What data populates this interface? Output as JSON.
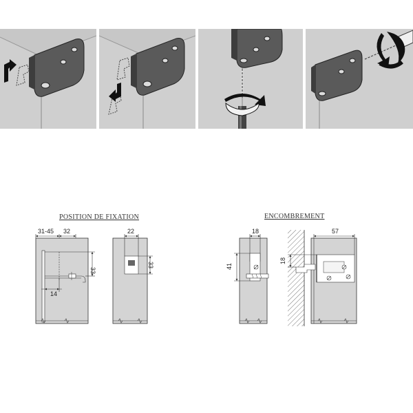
{
  "steps": [
    {
      "name": "step-1"
    },
    {
      "name": "step-2"
    },
    {
      "name": "step-3"
    },
    {
      "name": "step-4"
    }
  ],
  "left_drawing": {
    "title": "POSITION DE FIXATION",
    "dims": {
      "range": "31-45",
      "offset": "32",
      "depth": "14",
      "height_a": "33",
      "width_b": "22",
      "height_b": "33"
    }
  },
  "right_drawing": {
    "title": "ENCOMBREMENT",
    "dims": {
      "width_a": "18",
      "height_a": "41",
      "height_b": "18",
      "width_b": "57"
    }
  },
  "colors": {
    "panel": "#cfcfcf",
    "cabinet": "#d4d4d4",
    "bracket": "#555555",
    "line": "#333333"
  }
}
